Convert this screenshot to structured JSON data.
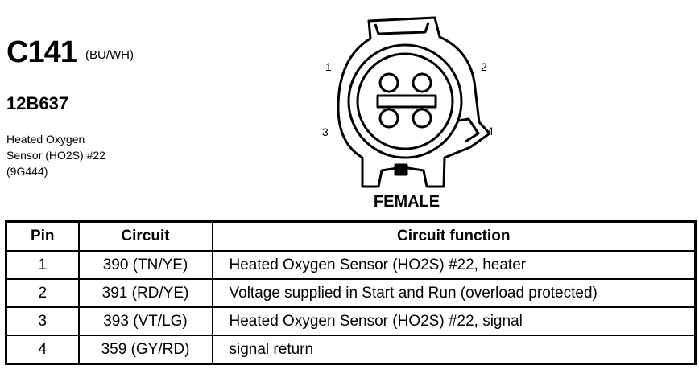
{
  "header": {
    "connector_id": "C141",
    "color_code": "(BU/WH)",
    "part_number": "12B637",
    "description_lines": [
      "Heated Oxygen",
      "Sensor (HO2S) #22",
      "(9G444)"
    ]
  },
  "connector_view": {
    "pin_labels": [
      "1",
      "2",
      "3",
      "4"
    ],
    "gender_label": "FEMALE"
  },
  "table": {
    "headers": [
      "Pin",
      "Circuit",
      "Circuit function"
    ],
    "rows": [
      {
        "pin": "1",
        "circuit": "390 (TN/YE)",
        "function": "Heated Oxygen Sensor (HO2S) #22, heater"
      },
      {
        "pin": "2",
        "circuit": "391 (RD/YE)",
        "function": "Voltage supplied in Start and Run (overload protected)"
      },
      {
        "pin": "3",
        "circuit": "393 (VT/LG)",
        "function": "Heated Oxygen Sensor (HO2S) #22, signal"
      },
      {
        "pin": "4",
        "circuit": "359 (GY/RD)",
        "function": "signal return"
      }
    ]
  }
}
